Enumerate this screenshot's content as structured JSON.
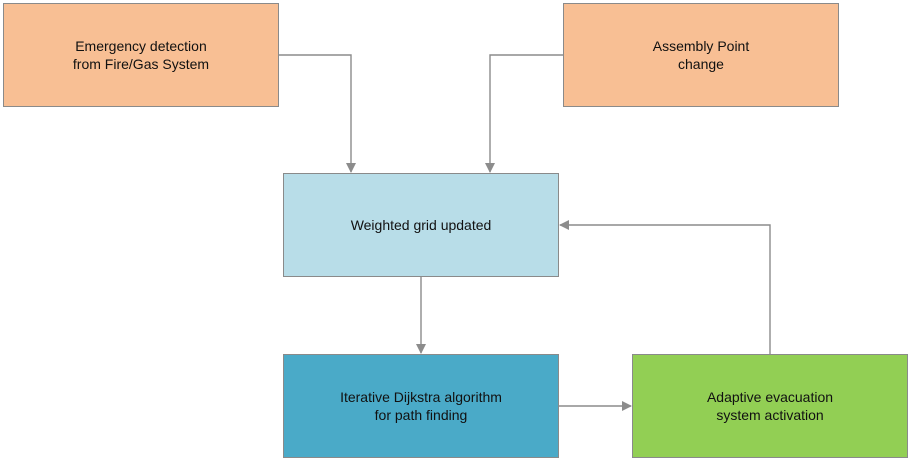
{
  "diagram": {
    "nodes": [
      {
        "id": "emergency",
        "label": "Emergency detection\nfrom Fire/Gas System",
        "color": "#f8bf94"
      },
      {
        "id": "assembly",
        "label": "Assembly Point\nchange",
        "color": "#f8bf94"
      },
      {
        "id": "grid",
        "label": "Weighted grid updated",
        "color": "#b8dde8"
      },
      {
        "id": "dijkstra",
        "label": "Iterative Dijkstra algorithm\nfor path finding",
        "color": "#4aaac8"
      },
      {
        "id": "adaptive",
        "label": "Adaptive evacuation\nsystem activation",
        "color": "#92cf54"
      }
    ],
    "edges": [
      {
        "from": "emergency",
        "to": "grid"
      },
      {
        "from": "assembly",
        "to": "grid"
      },
      {
        "from": "grid",
        "to": "dijkstra"
      },
      {
        "from": "dijkstra",
        "to": "adaptive"
      },
      {
        "from": "adaptive",
        "to": "grid"
      }
    ],
    "edge_color": "#8c8c8c"
  }
}
